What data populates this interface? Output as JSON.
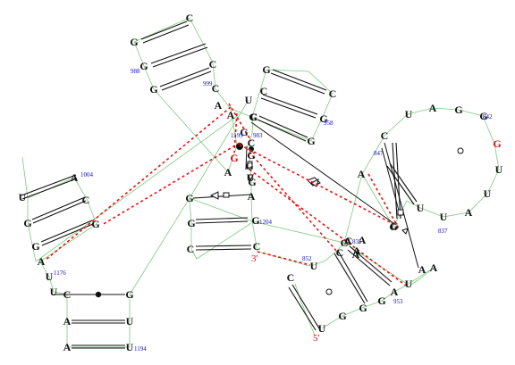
{
  "colors": {
    "backbone": "#7fc97f",
    "pair": "#111111",
    "tertiary": "#ee1111",
    "highlight": "#dd1111",
    "index": "#1010bb"
  },
  "ends": {
    "five_prime": "5'",
    "three_prime": "3'"
  },
  "nucleotides": [
    "G",
    "C",
    "G",
    "C",
    "G",
    "C",
    "G",
    "A",
    "A",
    "U",
    "G",
    "A",
    "G",
    "G",
    "C",
    "C",
    "G",
    "C",
    "G",
    "U",
    "C",
    "G",
    "G",
    "A",
    "A",
    "U",
    "U",
    "G",
    "G",
    "A",
    "C",
    "G",
    "U",
    "U",
    "G",
    "A",
    "A",
    "U",
    "C",
    "A",
    "C",
    "U",
    "A",
    "G",
    "A",
    "C",
    "G",
    "C",
    "G",
    "G",
    "C",
    "G",
    "A",
    "A",
    "U",
    "A",
    "U",
    "U",
    "U",
    "C",
    "A",
    "A",
    "U",
    "C",
    "A",
    "G",
    "G",
    "G",
    "U",
    "G",
    "A",
    "G",
    "C",
    "G",
    "U",
    "G"
  ],
  "indices": [
    "988",
    "999",
    "1199",
    "983",
    "958",
    "1004",
    "847",
    "842",
    "837",
    "1204",
    "835",
    "852",
    "953",
    "1176",
    "1194"
  ]
}
